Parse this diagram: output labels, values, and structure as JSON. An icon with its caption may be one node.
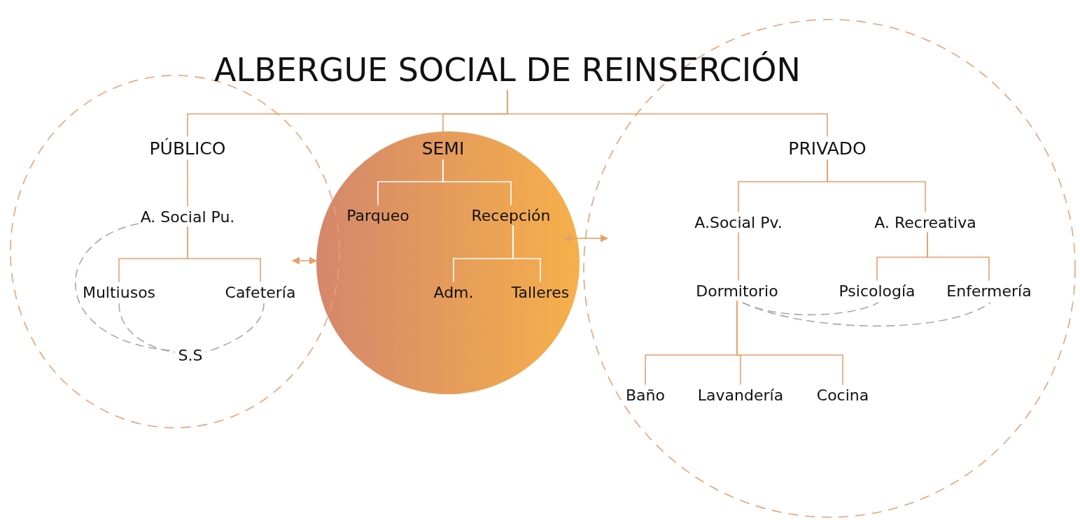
{
  "diagram": {
    "nodes": [
      {
        "text": [
          "ALBERGUE SOCIAL DE REINSERCIÓN"
        ]
      },
      {
        "text": [],
        "shape": "circle"
      },
      {
        "text": [
          "PÚBLICO"
        ],
        "in": 1
      },
      {
        "text": [
          "A. Social Pu."
        ],
        "in": 1
      },
      {
        "text": [
          "Multiusos"
        ],
        "in": 1
      },
      {
        "text": [
          "Cafetería"
        ],
        "in": 1
      },
      {
        "text": [
          "S.S"
        ],
        "in": 1
      },
      {
        "text": [],
        "shape": "circle"
      },
      {
        "text": [
          "SEMI"
        ],
        "in": 7
      },
      {
        "text": [
          "Parqueo"
        ],
        "in": 7
      },
      {
        "text": [
          "Recepción"
        ],
        "in": 7
      },
      {
        "text": [
          "Adm."
        ],
        "in": 7
      },
      {
        "text": [
          "Talleres"
        ],
        "in": 7
      },
      {
        "text": [],
        "shape": "circle"
      },
      {
        "text": [
          "PRIVADO"
        ],
        "in": 13
      },
      {
        "text": [
          "A.Social Pv."
        ],
        "in": 13
      },
      {
        "text": [
          "A. Recreativa"
        ],
        "in": 13
      },
      {
        "text": [
          "Dormitorio"
        ],
        "in": 13
      },
      {
        "text": [
          "Psicología"
        ],
        "in": 13
      },
      {
        "text": [
          "Enfermería"
        ],
        "in": 13
      },
      {
        "text": [
          "Baño"
        ],
        "in": 13
      },
      {
        "text": [
          "Lavandería"
        ],
        "in": 13
      },
      {
        "text": [
          "Cocina"
        ],
        "in": 13
      }
    ],
    "edges": [
      {
        "from": 0,
        "to": 2,
        "arrow": "none"
      },
      {
        "from": 0,
        "to": 8,
        "arrow": "none"
      },
      {
        "from": 0,
        "to": 14,
        "arrow": "none"
      },
      {
        "from": 2,
        "to": 3,
        "arrow": "none"
      },
      {
        "from": 3,
        "to": 4,
        "arrow": "none"
      },
      {
        "from": 3,
        "to": 5,
        "arrow": "none"
      },
      {
        "from": 3,
        "to": 6,
        "arrow": "none",
        "style": "dashed",
        "color": "#a8a8a8"
      },
      {
        "from": 4,
        "to": 6,
        "arrow": "none",
        "style": "dashed",
        "color": "#a8a8a8"
      },
      {
        "from": 5,
        "to": 6,
        "arrow": "none",
        "style": "dashed",
        "color": "#a8a8a8"
      },
      {
        "from": 8,
        "to": 9,
        "arrow": "none",
        "color": "#ffffff"
      },
      {
        "from": 8,
        "to": 10,
        "arrow": "none",
        "color": "#ffffff"
      },
      {
        "from": 10,
        "to": 11,
        "arrow": "none",
        "color": "#ffffff"
      },
      {
        "from": 10,
        "to": 12,
        "arrow": "none",
        "color": "#ffffff"
      },
      {
        "from": 14,
        "to": 15,
        "arrow": "none"
      },
      {
        "from": 14,
        "to": 16,
        "arrow": "none"
      },
      {
        "from": 15,
        "to": 17,
        "arrow": "none"
      },
      {
        "from": 16,
        "to": 18,
        "arrow": "none"
      },
      {
        "from": 16,
        "to": 19,
        "arrow": "none"
      },
      {
        "from": 17,
        "to": 20,
        "arrow": "none"
      },
      {
        "from": 17,
        "to": 21,
        "arrow": "none"
      },
      {
        "from": 17,
        "to": 22,
        "arrow": "none"
      },
      {
        "from": 17,
        "to": 18,
        "arrow": "none",
        "style": "dashed",
        "color": "#a8a8a8"
      },
      {
        "from": 17,
        "to": 19,
        "arrow": "none",
        "style": "dashed",
        "color": "#a8a8a8"
      },
      {
        "from": 1,
        "to": 7,
        "arrow": "both"
      },
      {
        "from": 7,
        "to": 13,
        "arrow": "both"
      }
    ]
  }
}
